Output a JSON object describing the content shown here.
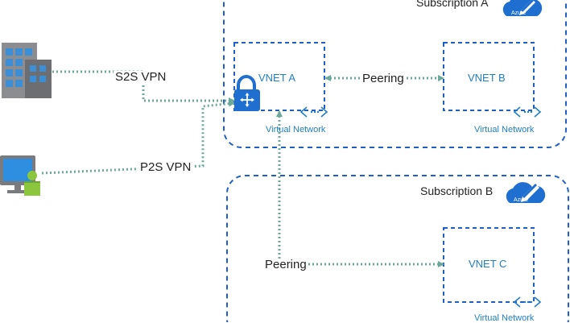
{
  "subscriptions": [
    {
      "label": "Subscription A",
      "badge_text": "Azure"
    },
    {
      "label": "Subscription B",
      "badge_text": "Azure"
    }
  ],
  "vnets": [
    {
      "label": "VNET A",
      "caption": "Virtual Network"
    },
    {
      "label": "VNET B",
      "caption": "Virtual Network"
    },
    {
      "label": "VNET C",
      "caption": "Virtual Network"
    }
  ],
  "connections": {
    "s2s": "S2S VPN",
    "p2s": "P2S VPN",
    "peering_ab": "Peering",
    "peering_ac": "Peering"
  },
  "colors": {
    "container_border": "#1f5fc8",
    "vnet_border": "#1f5fc8",
    "connector": "#6aa99a",
    "vnet_text": "#1f7fc4",
    "azure_badge": "#1f6fd1",
    "building_dark": "#6d6e71",
    "building_light": "#8c8d91",
    "window_blue": "#3a8fd8",
    "monitor_blue": "#2e8fe0",
    "monitor_green": "#8cc63f"
  },
  "icons": [
    "building-icon",
    "computer-icon",
    "vpn-gateway-lock-icon",
    "azure-badge-icon",
    "virtual-network-icon"
  ]
}
